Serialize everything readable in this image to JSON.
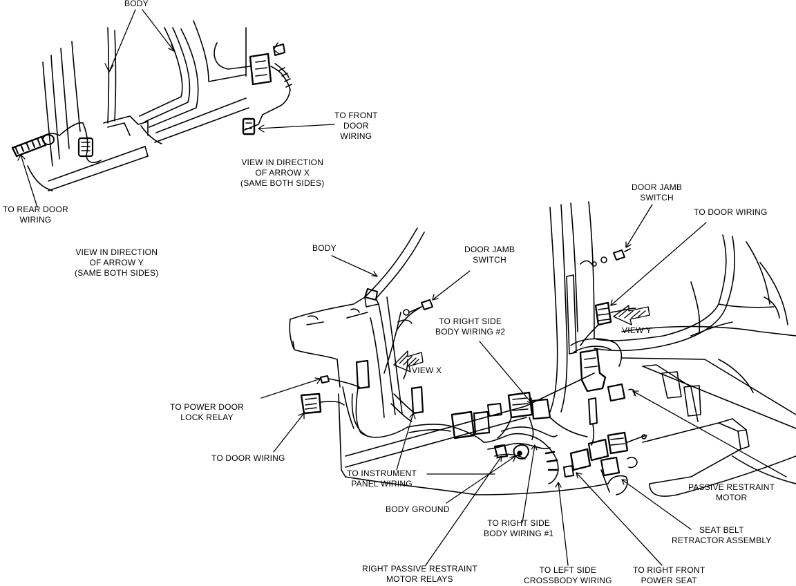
{
  "colors": {
    "ink": "#000000",
    "paper": "#ffffff"
  },
  "labels": {
    "body_top": [
      "BODY"
    ],
    "to_front_door_wiring": [
      "TO FRONT",
      "DOOR",
      "WIRING"
    ],
    "view_arrow_x": [
      "VIEW IN DIRECTION",
      "OF ARROW X",
      "(SAME BOTH SIDES)"
    ],
    "to_rear_door_wiring": [
      "TO REAR DOOR",
      "WIRING"
    ],
    "view_arrow_y": [
      "VIEW IN DIRECTION",
      "OF ARROW Y",
      "(SAME BOTH SIDES)"
    ],
    "door_jamb_switch_right": [
      "DOOR JAMB",
      "SWITCH"
    ],
    "to_door_wiring_right": [
      "TO DOOR WIRING"
    ],
    "body_main": [
      "BODY"
    ],
    "door_jamb_switch_center": [
      "DOOR JAMB",
      "SWITCH"
    ],
    "view_y": [
      "VIEW Y"
    ],
    "to_right_side_body_wiring_2": [
      "TO RIGHT SIDE",
      "BODY WIRING #2"
    ],
    "view_x": [
      "VIEW X"
    ],
    "to_power_door_lock_relay": [
      "TO POWER DOOR",
      "LOCK RELAY"
    ],
    "to_door_wiring_left": [
      "TO DOOR WIRING"
    ],
    "to_instrument_panel_wiring": [
      "TO INSTRUMENT",
      "PANEL WIRING"
    ],
    "passive_restraint_motor": [
      "PASSIVE RESTRAINT",
      "MOTOR"
    ],
    "body_ground": [
      "BODY GROUND"
    ],
    "seat_belt_retractor_assembly": [
      "SEAT BELT",
      "RETRACTOR ASSEMBLY"
    ],
    "to_right_side_body_wiring_1": [
      "TO RIGHT SIDE",
      "BODY WIRING #1"
    ],
    "right_passive_restraint_motor_relays": [
      "RIGHT PASSIVE RESTRAINT",
      "MOTOR RELAYS"
    ],
    "to_left_side_crossbody_wiring": [
      "TO LEFT SIDE",
      "CROSSBODY WIRING"
    ],
    "to_right_front_power_seat": [
      "TO RIGHT FRONT",
      "POWER SEAT"
    ]
  }
}
